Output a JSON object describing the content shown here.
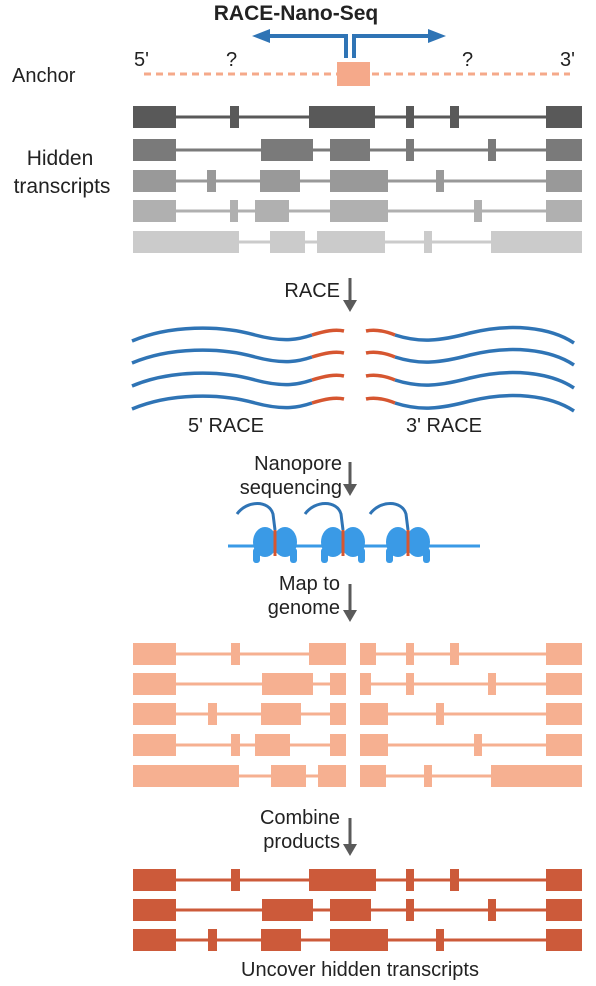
{
  "title": "RACE-Nano-Seq",
  "anchor": {
    "label": "Anchor",
    "five_prime": "5'",
    "three_prime": "3'",
    "unknown_left": "?",
    "unknown_right": "?"
  },
  "hidden_label": [
    "Hidden",
    "transcripts"
  ],
  "steps": {
    "race": "RACE",
    "nanopore": [
      "Nanopore",
      "sequencing"
    ],
    "map": [
      "Map to",
      "genome"
    ],
    "combine": [
      "Combine",
      "products"
    ]
  },
  "race_labels": {
    "left": "5' RACE",
    "right": "3' RACE"
  },
  "result": "Uncover hidden transcripts",
  "colors": {
    "primary": "#2f74b5",
    "highlight": "#d65630",
    "anchor": "#f5a98a",
    "mapped": "#f6b091",
    "combined": "#cc5a3a",
    "hidden_shades": [
      "#595959",
      "#7a7a7a",
      "#999999",
      "#b0b0b0",
      "#cbcbcb"
    ],
    "protein": "#3a9ae6",
    "arrow": "#5a5a5a"
  }
}
